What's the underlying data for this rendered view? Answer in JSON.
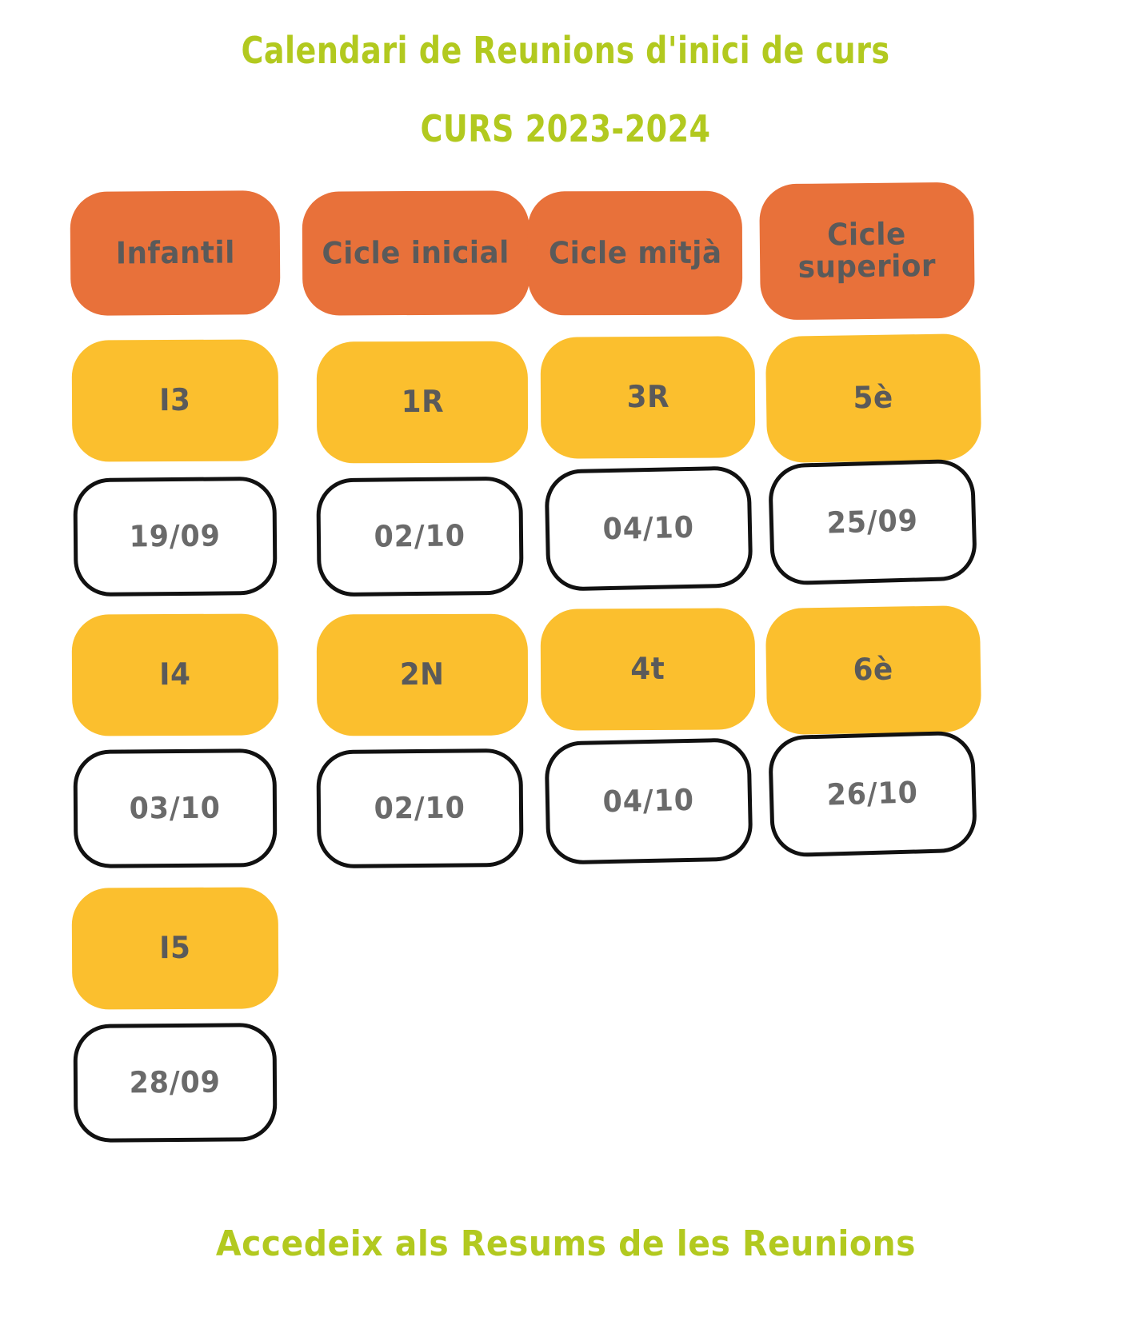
{
  "title": {
    "line1": "Calendari de Reunions d'inici de curs",
    "line2": "CURS 2023-2024"
  },
  "colors": {
    "header_orange": "#E8713A",
    "grade_yellow": "#FBBF2E",
    "date_white": "#FFFFFF",
    "date_border": "#111111",
    "text_gray": "#5A5A5A",
    "accent_green": "#B2C91F"
  },
  "columns": [
    {
      "header": "Infantil",
      "entries": [
        {
          "grade": "I3",
          "date": "19/09"
        },
        {
          "grade": "I4",
          "date": "03/10"
        },
        {
          "grade": "I5",
          "date": "28/09"
        }
      ]
    },
    {
      "header": "Cicle inicial",
      "entries": [
        {
          "grade": "1R",
          "date": "02/10"
        },
        {
          "grade": "2N",
          "date": "02/10"
        }
      ]
    },
    {
      "header": "Cicle mitjà",
      "entries": [
        {
          "grade": "3R",
          "date": "04/10"
        },
        {
          "grade": "4t",
          "date": "04/10"
        }
      ]
    },
    {
      "header": "Cicle\nsuperior",
      "entries": [
        {
          "grade": "5è",
          "date": "25/09"
        },
        {
          "grade": "6è",
          "date": "26/10"
        }
      ]
    }
  ],
  "footer": {
    "link_label": "Accedeix als Resums de les Reunions"
  }
}
